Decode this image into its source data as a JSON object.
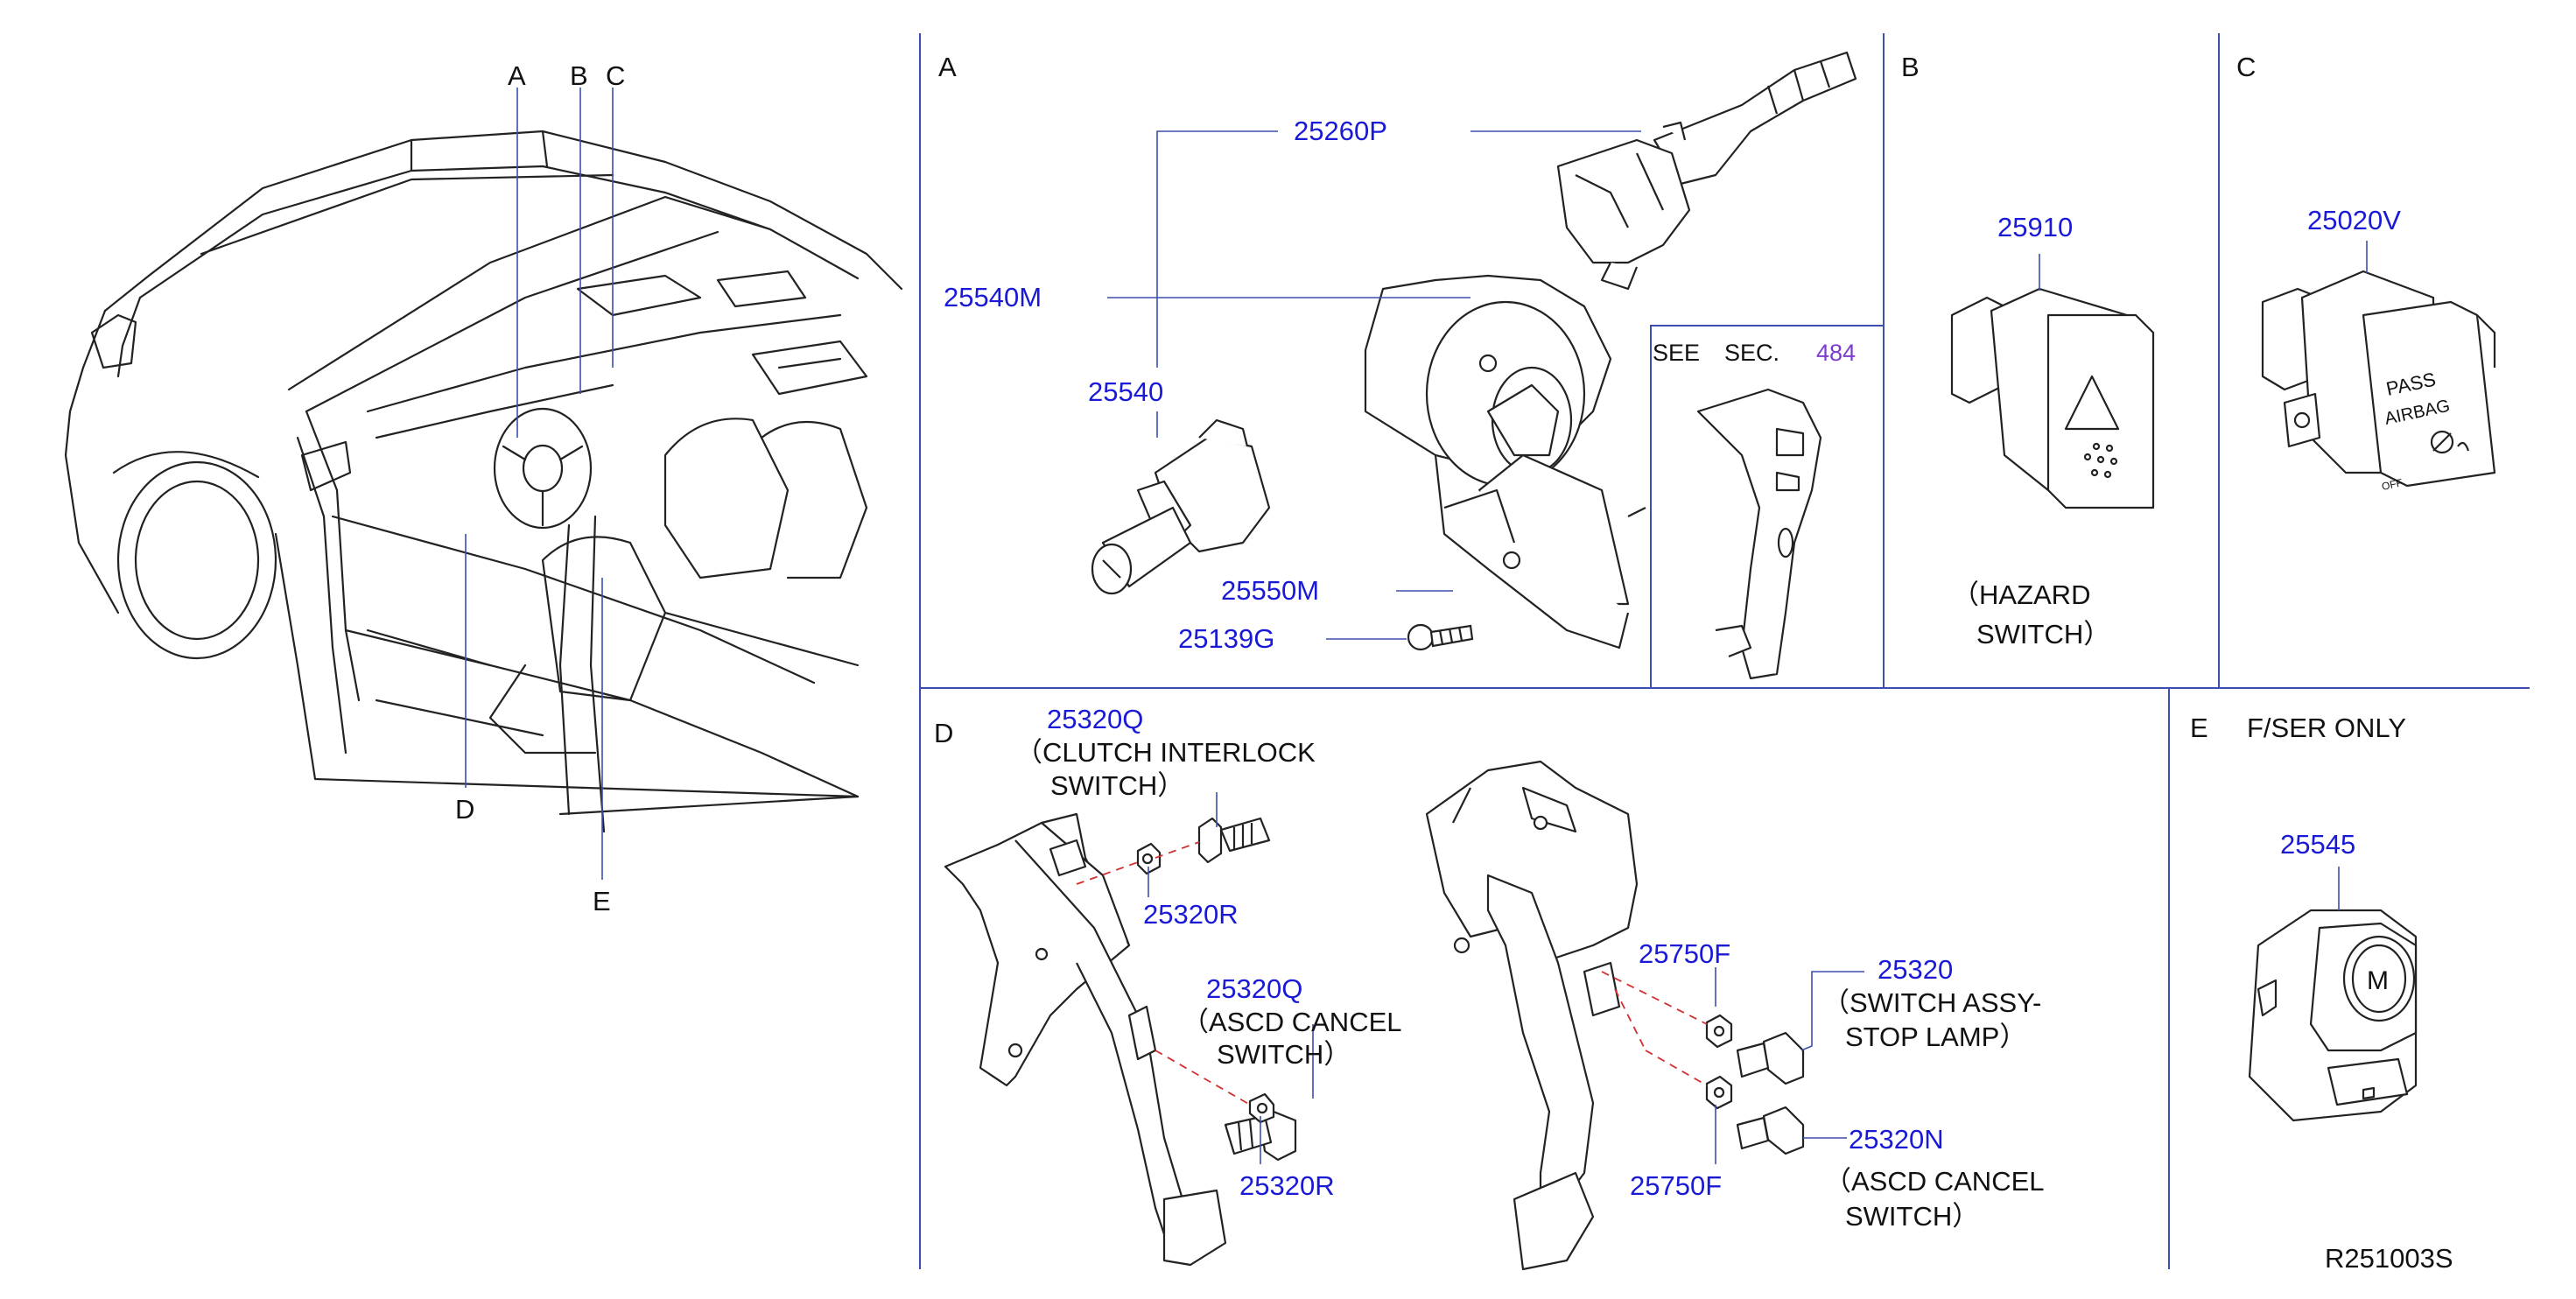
{
  "colors": {
    "part_number": "#1a1ad6",
    "section_ref": "#7d3ccf",
    "divider": "#3c4fb0",
    "drawing": "#222222"
  },
  "overview": {
    "callouts": {
      "a": "A",
      "b": "B",
      "c": "C",
      "d": "D",
      "e": "E"
    }
  },
  "section_a": {
    "letter": "A",
    "parts": {
      "p25260P": "25260P",
      "p25540M": "25540M",
      "p25540": "25540",
      "p25550M": "25550M",
      "p25139G": "25139G"
    },
    "see_sec": {
      "see": "SEE",
      "sec": "SEC.",
      "number": "484"
    }
  },
  "section_b": {
    "letter": "B",
    "part": "25910",
    "name_line1": "（HAZARD",
    "name_line2": "SWITCH）"
  },
  "section_c": {
    "letter": "C",
    "part": "25020V",
    "icon_text": {
      "line1": "PASS",
      "line2": "AIRBAG",
      "off": "OFF"
    }
  },
  "section_d": {
    "letter": "D",
    "parts": {
      "p25320Q_top": "25320Q",
      "clutch_line1": "（CLUTCH  INTERLOCK",
      "clutch_line2": "SWITCH）",
      "p25320R_top": "25320R",
      "p25320Q_mid": "25320Q",
      "ascd1_line1": "（ASCD  CANCEL",
      "ascd1_line2": "SWITCH）",
      "p25320R_bot": "25320R",
      "p25750F_top": "25750F",
      "p25320": "25320",
      "stop_line1": "（SWITCH  ASSY-",
      "stop_line2": "STOP  LAMP）",
      "p25320N": "25320N",
      "ascd2_line1": "（ASCD  CANCEL",
      "ascd2_line2": "SWITCH）",
      "p25750F_bot": "25750F"
    }
  },
  "section_e": {
    "letter": "E",
    "note": "F/SER  ONLY",
    "part": "25545",
    "knob_letter": "M"
  },
  "drawing_code": "R251003S"
}
